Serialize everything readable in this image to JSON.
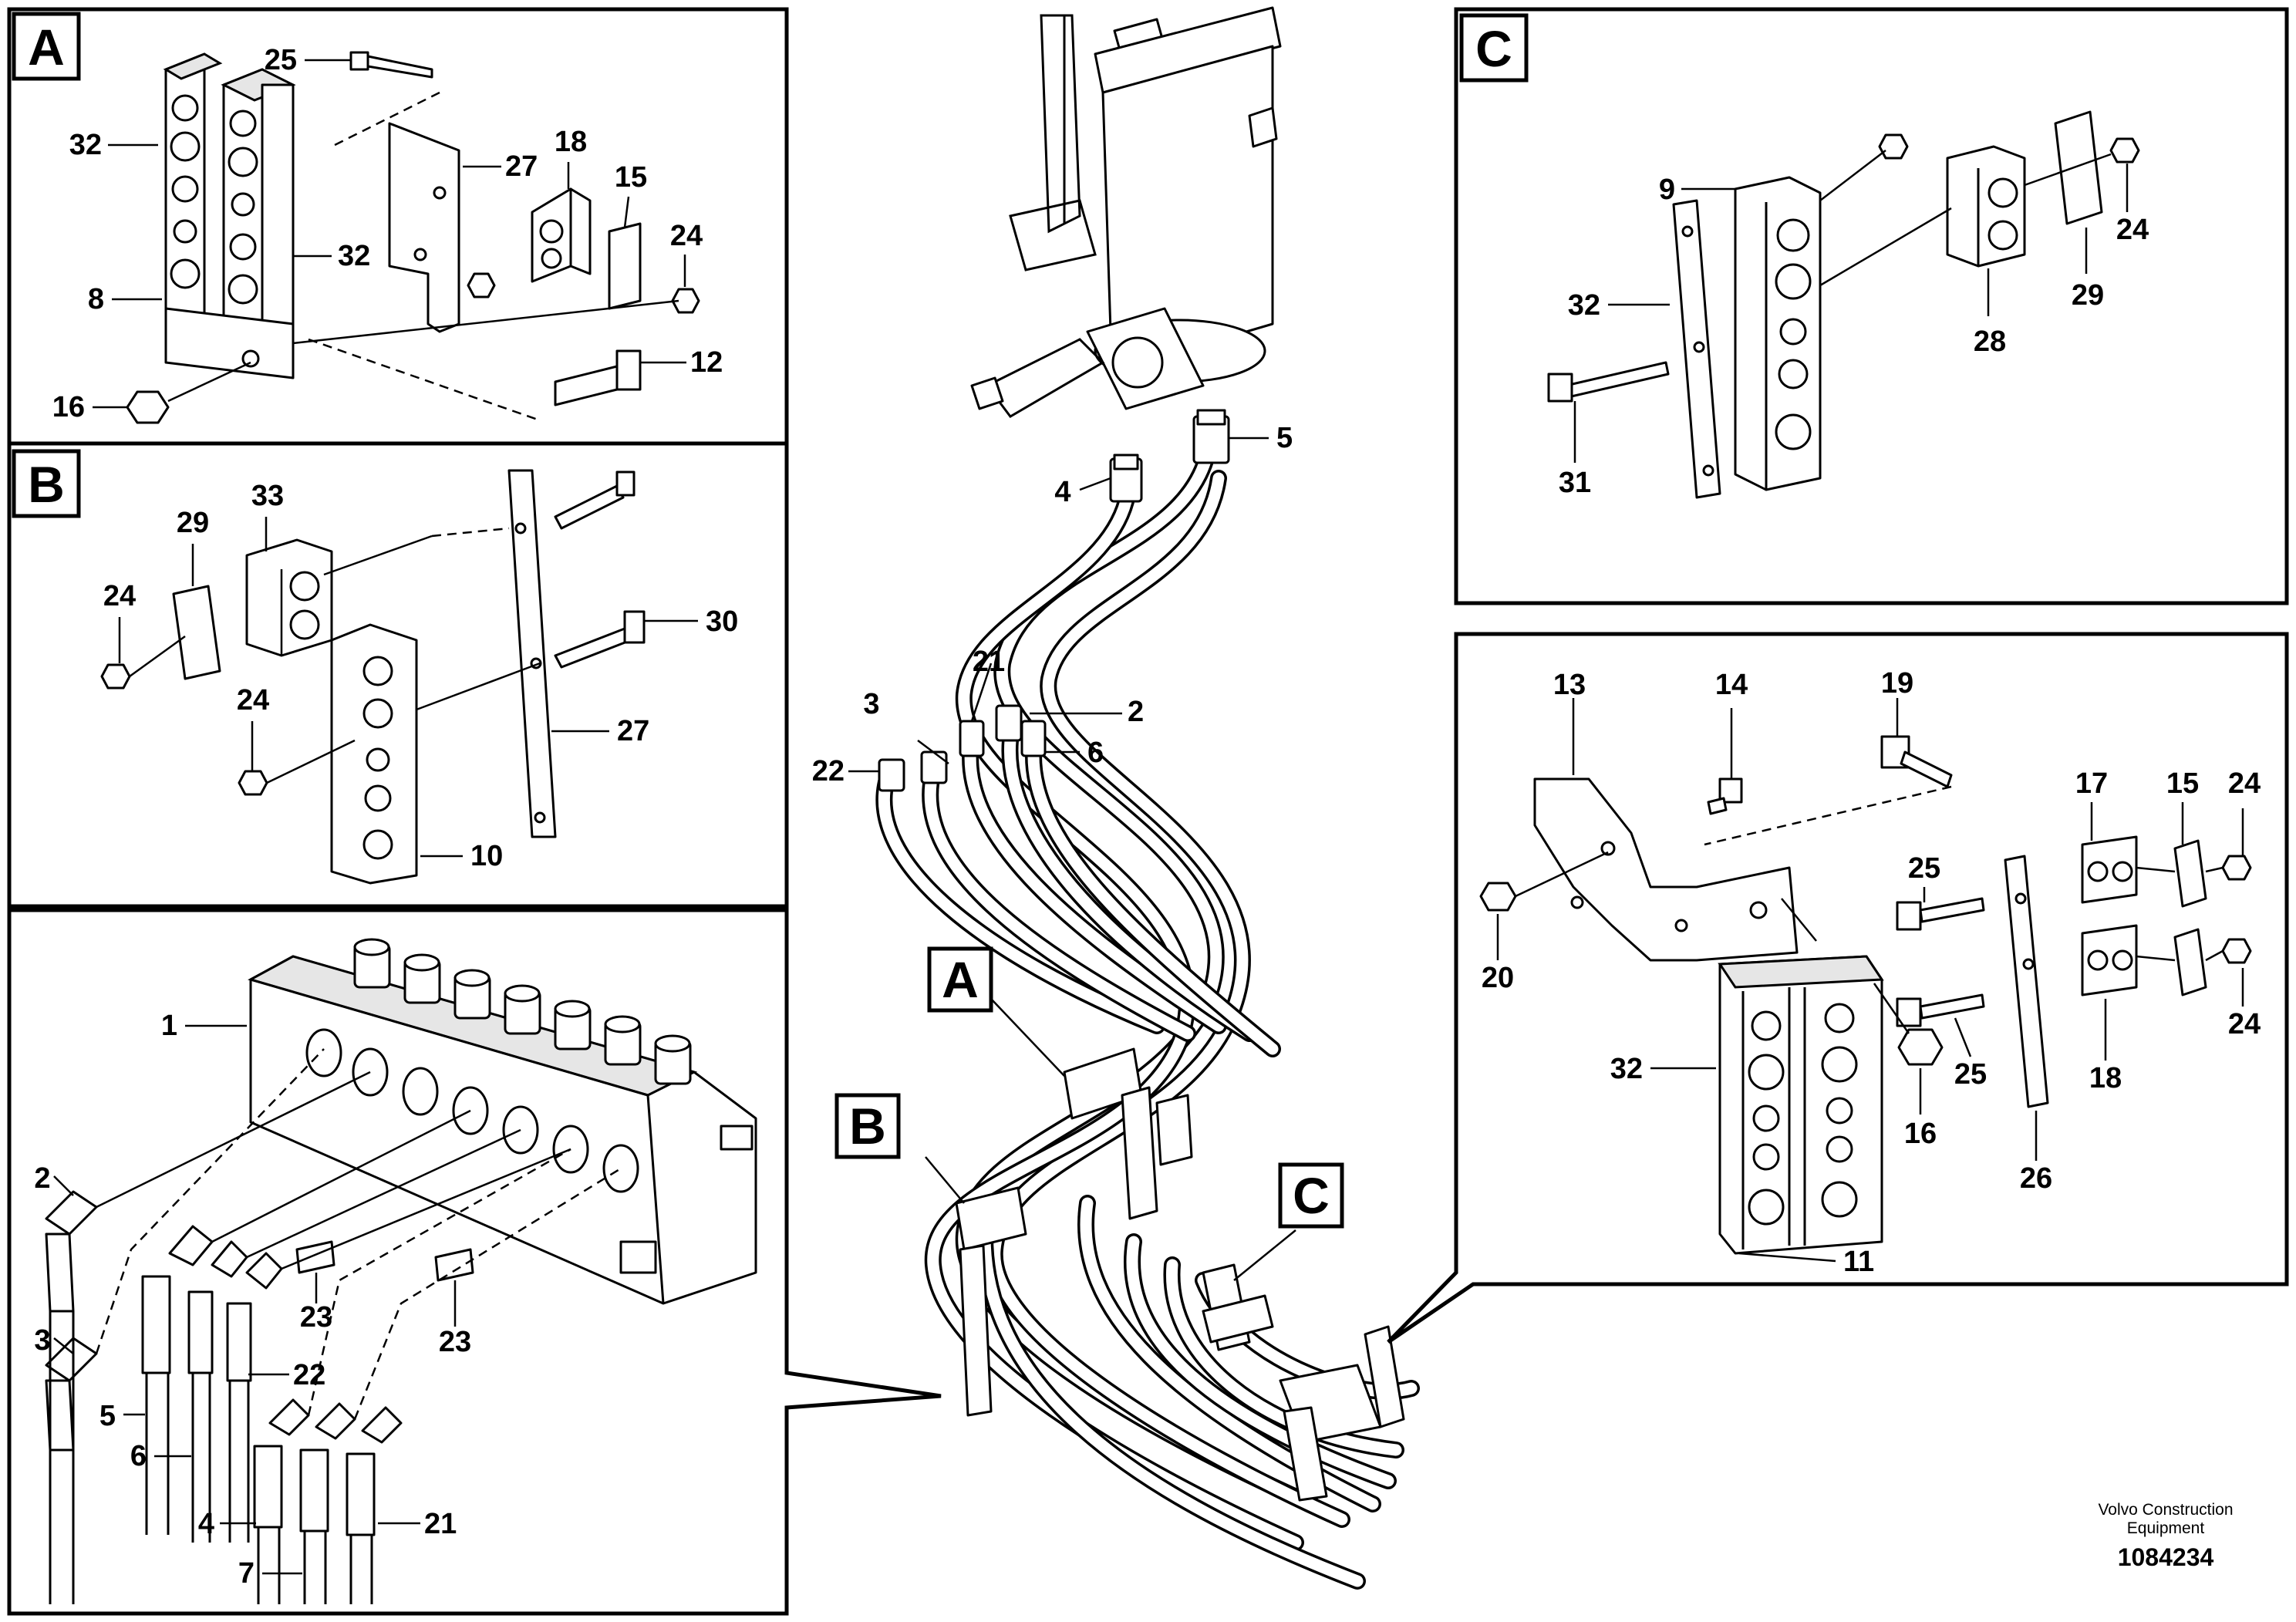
{
  "sections": {
    "A": {
      "letter": "A",
      "labels": [
        "25",
        "32",
        "27",
        "18",
        "15",
        "24",
        "32",
        "8",
        "12",
        "16"
      ]
    },
    "B": {
      "letter": "B",
      "labels": [
        "33",
        "29",
        "24",
        "30",
        "24",
        "27",
        "10"
      ]
    },
    "valve": {
      "labels": [
        "1",
        "2",
        "3",
        "5",
        "6",
        "22",
        "23",
        "23",
        "4",
        "7",
        "21"
      ]
    },
    "C": {
      "letter": "C",
      "labels": [
        "9",
        "24",
        "32",
        "28",
        "29",
        "31"
      ]
    },
    "D": {
      "labels": [
        "13",
        "14",
        "19",
        "17",
        "15",
        "24",
        "25",
        "20",
        "24",
        "32",
        "16",
        "25",
        "18",
        "26",
        "11"
      ]
    }
  },
  "center": {
    "labels": [
      "5",
      "4",
      "21",
      "3",
      "2",
      "22",
      "6"
    ],
    "callouts": [
      "A",
      "B",
      "C"
    ]
  },
  "footer": {
    "brand_line1": "Volvo Construction",
    "brand_line2": "Equipment",
    "doc_number": "1084234"
  }
}
